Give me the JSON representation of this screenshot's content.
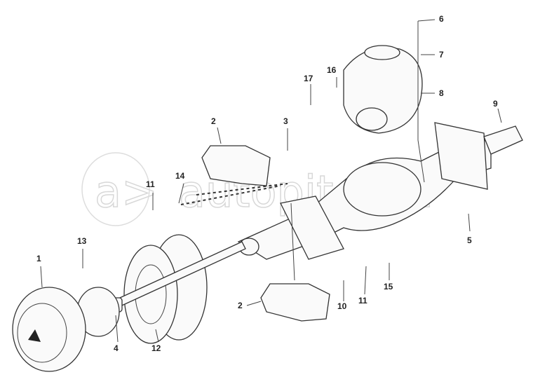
{
  "watermark": {
    "logo": "a>",
    "text": "autopiter.ru"
  },
  "callouts": [
    {
      "id": "6",
      "label": "6"
    },
    {
      "id": "7",
      "label": "7"
    },
    {
      "id": "8",
      "label": "8"
    },
    {
      "id": "9",
      "label": "9"
    },
    {
      "id": "16",
      "label": "16"
    },
    {
      "id": "17",
      "label": "17"
    },
    {
      "id": "2a",
      "label": "2"
    },
    {
      "id": "3",
      "label": "3"
    },
    {
      "id": "14",
      "label": "14"
    },
    {
      "id": "11a",
      "label": "11"
    },
    {
      "id": "13",
      "label": "13"
    },
    {
      "id": "1",
      "label": "1"
    },
    {
      "id": "5",
      "label": "5"
    },
    {
      "id": "15",
      "label": "15"
    },
    {
      "id": "2b",
      "label": "2"
    },
    {
      "id": "10",
      "label": "10"
    },
    {
      "id": "11b",
      "label": "11"
    },
    {
      "id": "4",
      "label": "4"
    },
    {
      "id": "12",
      "label": "12"
    }
  ]
}
